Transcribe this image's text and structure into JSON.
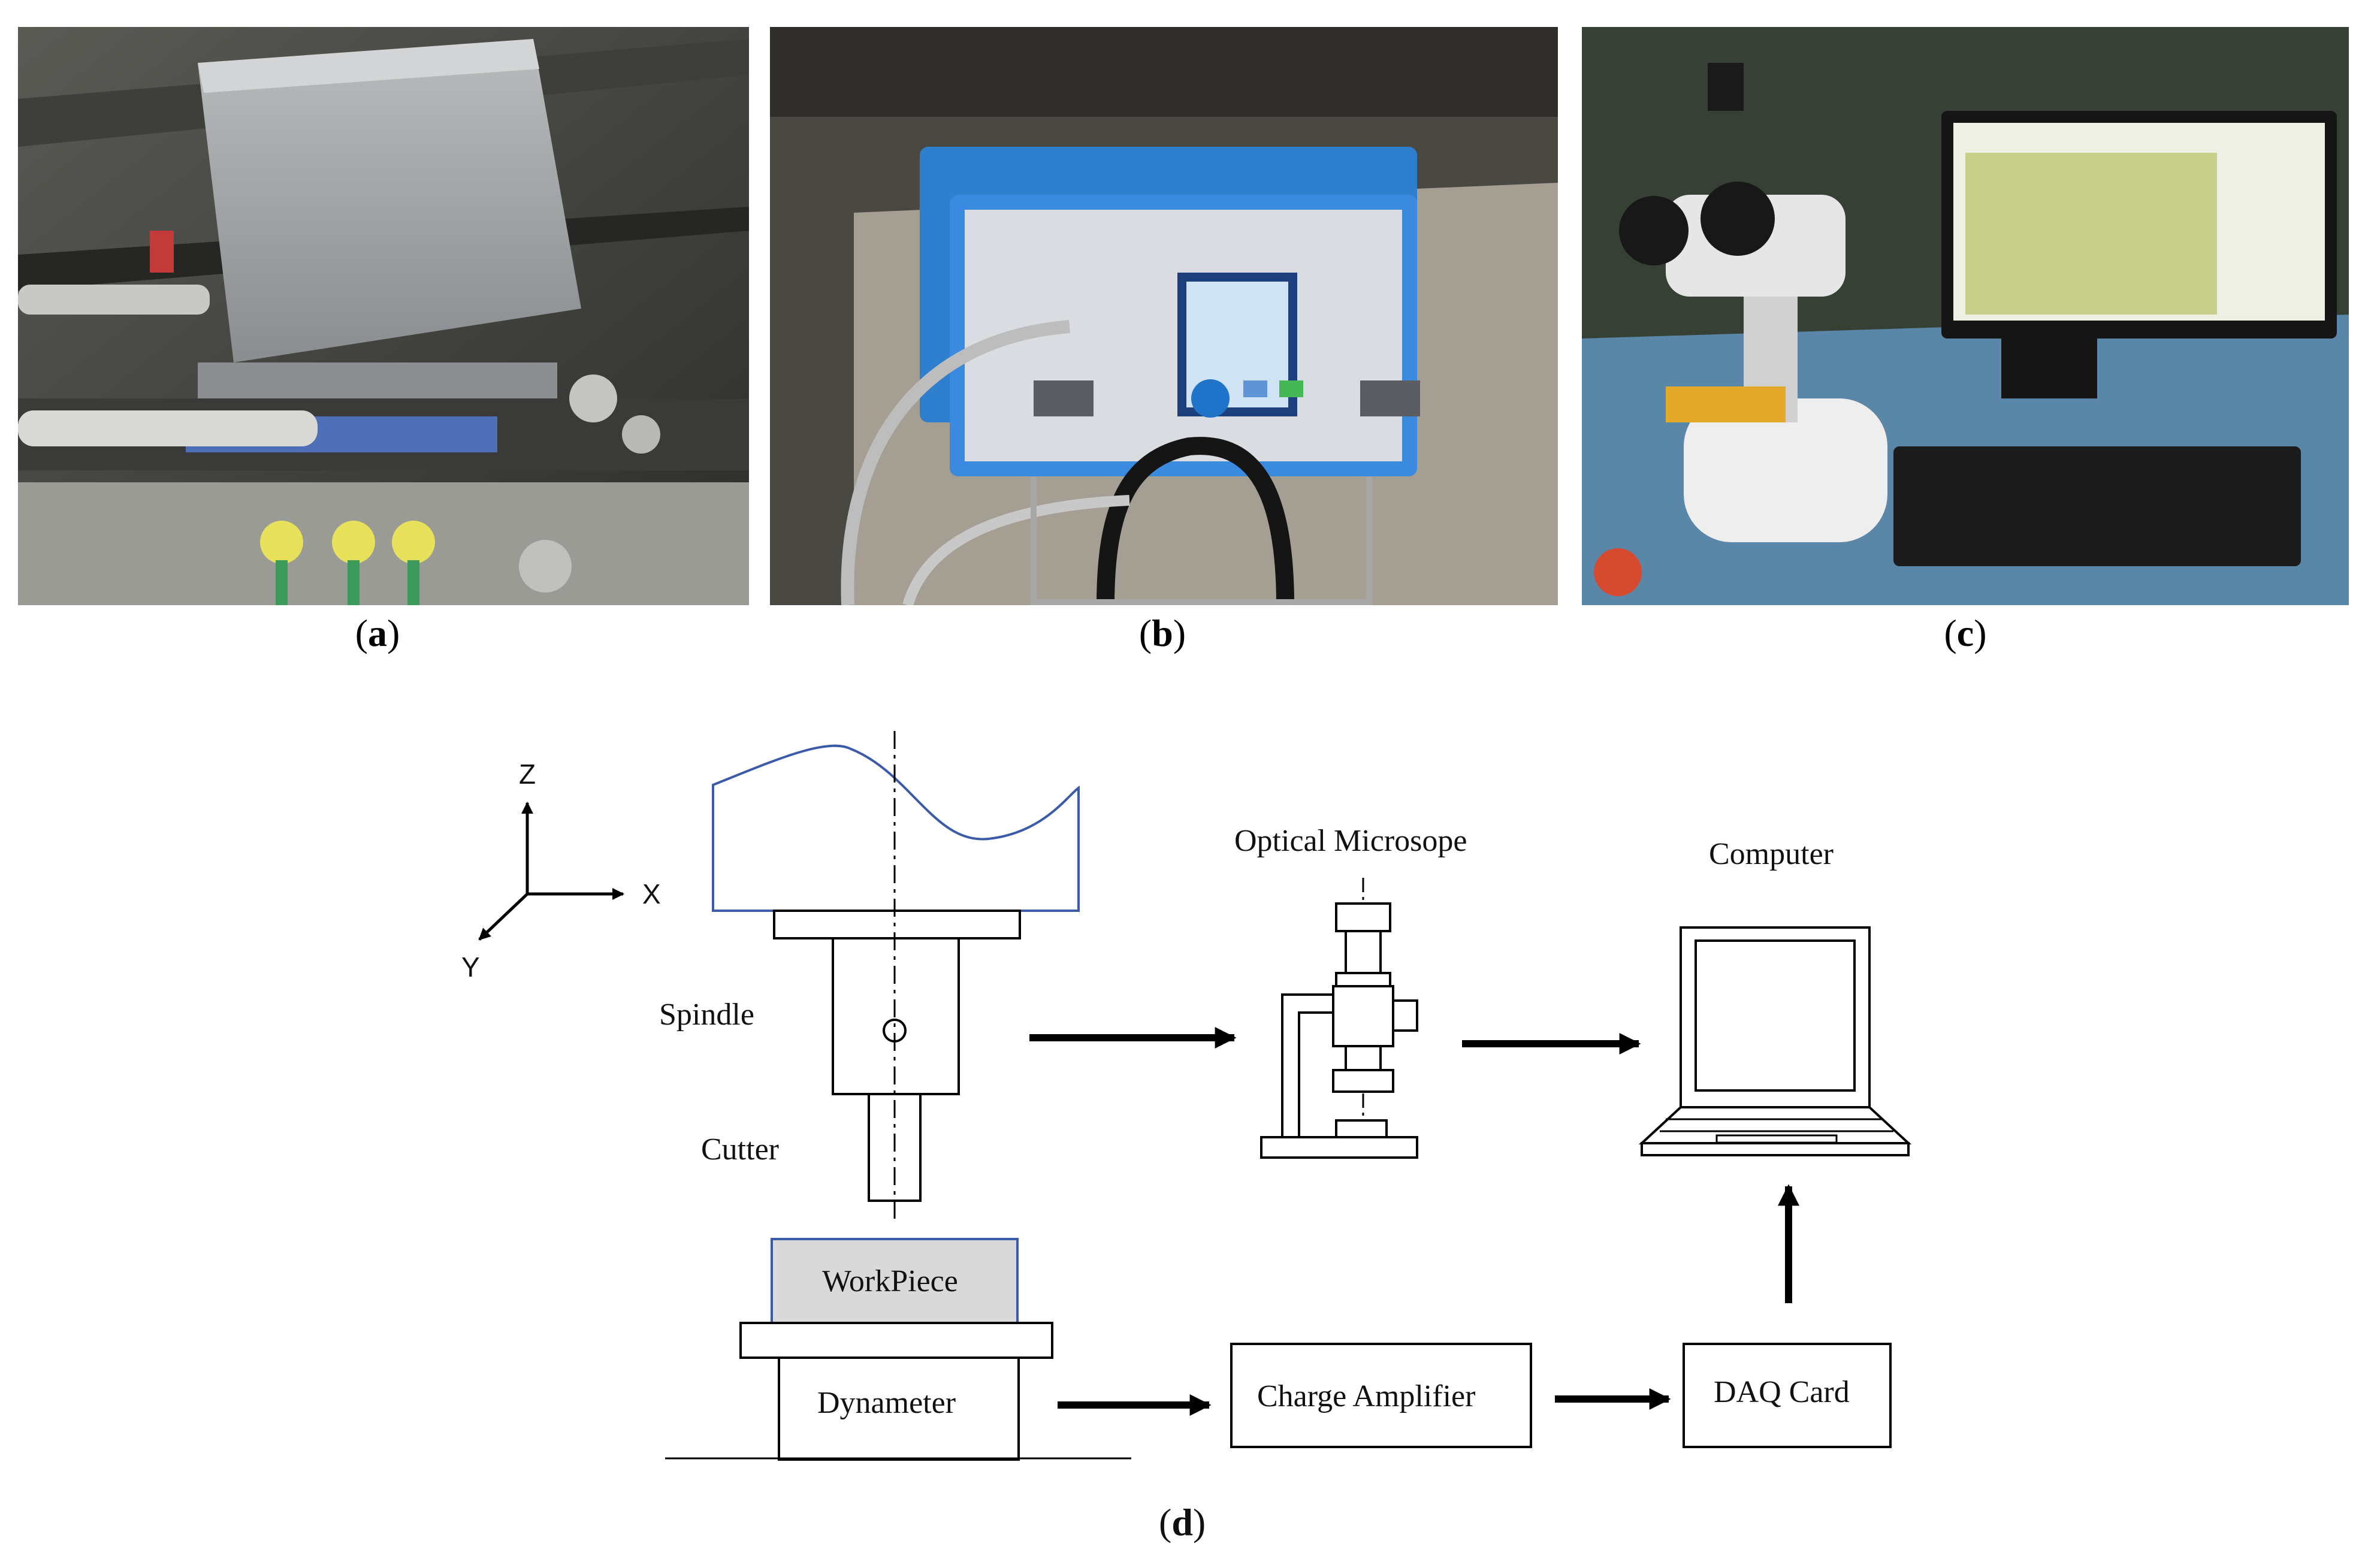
{
  "panels": [
    {
      "label": "a"
    },
    {
      "label": "b"
    },
    {
      "label": "c"
    },
    {
      "label": "d"
    }
  ],
  "diagram": {
    "axes": {
      "z": "Z",
      "x": "X",
      "y": "Y"
    },
    "spindle": "Spindle",
    "cutter": "Cutter",
    "workpiece": "WorkPiece",
    "dynamometer": "Dynameter",
    "microscope": "Optical Microsope",
    "computer": "Computer",
    "charge_amplifier": "Charge Amplifier",
    "daq": "DAQ Card"
  },
  "colors": {
    "outline_blue": "#3b5ba9",
    "workpiece_fill": "#d9d9d9",
    "daq_blue": "#2f6fc4"
  }
}
